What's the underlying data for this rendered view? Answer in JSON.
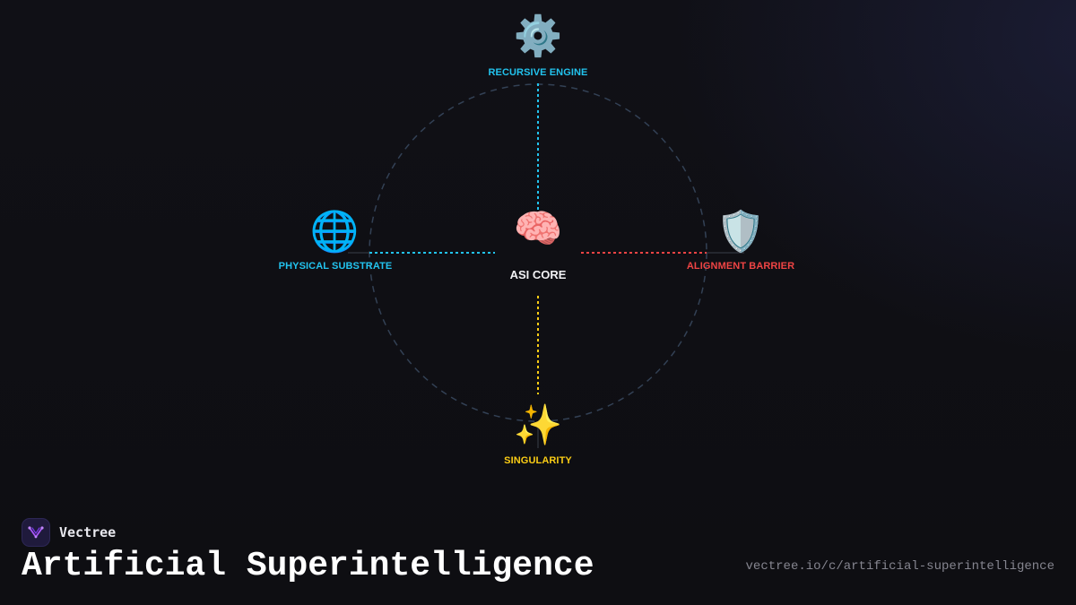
{
  "diagram": {
    "center": {
      "label": "ASI CORE",
      "icon": "brain-icon",
      "glyph": "🧠"
    },
    "nodes": [
      {
        "id": "top",
        "label": "RECURSIVE ENGINE",
        "icon": "gear-icon",
        "glyph": "⚙️",
        "color": "#22c3ee"
      },
      {
        "id": "left",
        "label": "PHYSICAL SUBSTRATE",
        "icon": "globe-icon",
        "glyph": "🌐",
        "color": "#22c3ee"
      },
      {
        "id": "right",
        "label": "ALIGNMENT BARRIER",
        "icon": "shield-icon",
        "glyph": "🛡️",
        "color": "#ef4444"
      },
      {
        "id": "bottom",
        "label": "SINGULARITY",
        "icon": "sparkles-icon",
        "glyph": "✨",
        "color": "#facc15"
      }
    ],
    "orbit_color": "#334155"
  },
  "footer": {
    "brand": "Vectree",
    "title": "Artificial Superintelligence",
    "url": "vectree.io/c/artificial-superintelligence"
  }
}
